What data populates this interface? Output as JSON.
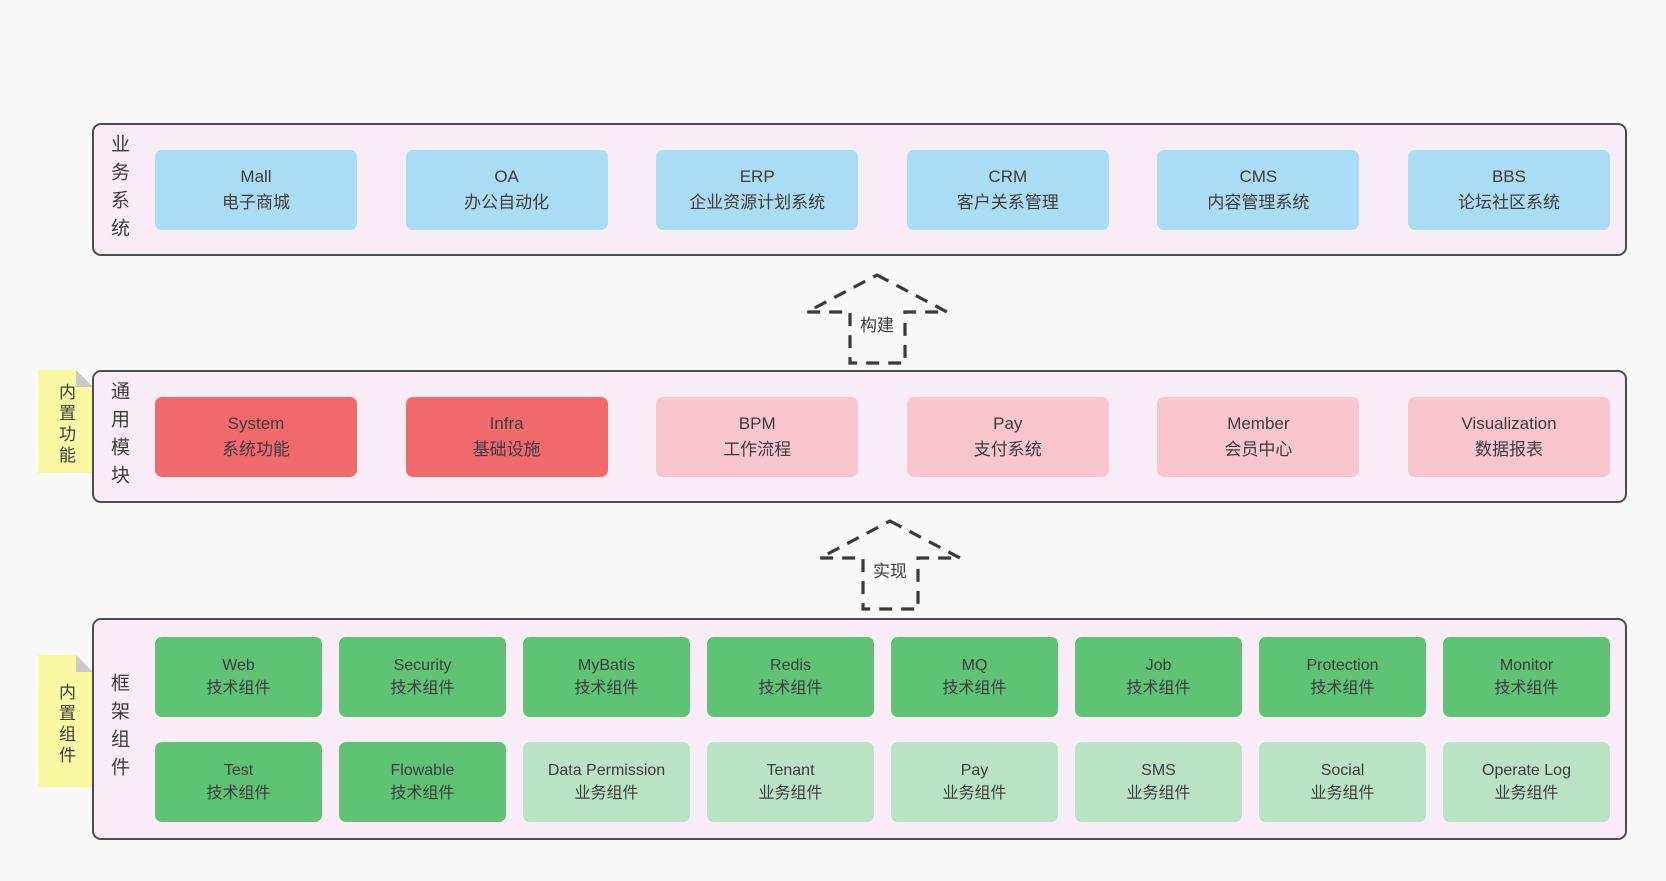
{
  "palette": {
    "page-bg": "#f8f8f8",
    "layer-bg": "#f8edf6",
    "border": "#4d4d4d",
    "text": "#3c3c3c",
    "arrow": "#3a3a3a",
    "blue": "#aadcf5",
    "red": "#f06a6c",
    "pink": "#f9c5cf",
    "green": "#5ec473",
    "lightgreen": "#bae3c3",
    "sticky": "#f9f9a4",
    "fold": "#c9c9c9"
  },
  "arrows": [
    {
      "label": "构建"
    },
    {
      "label": "实现"
    }
  ],
  "layers": [
    {
      "id": "business-systems",
      "label": "业务系统",
      "rows": [
        [
          {
            "name": "Mall",
            "desc": "电子商城",
            "variant": "blue"
          },
          {
            "name": "OA",
            "desc": "办公自动化",
            "variant": "blue"
          },
          {
            "name": "ERP",
            "desc": "企业资源计划系统",
            "variant": "blue"
          },
          {
            "name": "CRM",
            "desc": "客户关系管理",
            "variant": "blue"
          },
          {
            "name": "CMS",
            "desc": "内容管理系统",
            "variant": "blue"
          },
          {
            "name": "BBS",
            "desc": "论坛社区系统",
            "variant": "blue"
          }
        ]
      ]
    },
    {
      "id": "common-modules",
      "label": "通用模块",
      "sticky": "内置功能",
      "rows": [
        [
          {
            "name": "System",
            "desc": "系统功能",
            "variant": "red"
          },
          {
            "name": "Infra",
            "desc": "基础设施",
            "variant": "red"
          },
          {
            "name": "BPM",
            "desc": "工作流程",
            "variant": "pink"
          },
          {
            "name": "Pay",
            "desc": "支付系统",
            "variant": "pink"
          },
          {
            "name": "Member",
            "desc": "会员中心",
            "variant": "pink"
          },
          {
            "name": "Visualization",
            "desc": "数据报表",
            "variant": "pink"
          }
        ]
      ]
    },
    {
      "id": "framework-components",
      "label": "框架组件",
      "sticky": "内置组件",
      "rows": [
        [
          {
            "name": "Web",
            "desc": "技术组件",
            "variant": "green"
          },
          {
            "name": "Security",
            "desc": "技术组件",
            "variant": "green"
          },
          {
            "name": "MyBatis",
            "desc": "技术组件",
            "variant": "green"
          },
          {
            "name": "Redis",
            "desc": "技术组件",
            "variant": "green"
          },
          {
            "name": "MQ",
            "desc": "技术组件",
            "variant": "green"
          },
          {
            "name": "Job",
            "desc": "技术组件",
            "variant": "green"
          },
          {
            "name": "Protection",
            "desc": "技术组件",
            "variant": "green"
          },
          {
            "name": "Monitor",
            "desc": "技术组件",
            "variant": "green"
          }
        ],
        [
          {
            "name": "Test",
            "desc": "技术组件",
            "variant": "green"
          },
          {
            "name": "Flowable",
            "desc": "技术组件",
            "variant": "green"
          },
          {
            "name": "Data Permission",
            "desc": "业务组件",
            "variant": "lightgreen"
          },
          {
            "name": "Tenant",
            "desc": "业务组件",
            "variant": "lightgreen"
          },
          {
            "name": "Pay",
            "desc": "业务组件",
            "variant": "lightgreen"
          },
          {
            "name": "SMS",
            "desc": "业务组件",
            "variant": "lightgreen"
          },
          {
            "name": "Social",
            "desc": "业务组件",
            "variant": "lightgreen"
          },
          {
            "name": "Operate Log",
            "desc": "业务组件",
            "variant": "lightgreen"
          }
        ]
      ]
    }
  ]
}
